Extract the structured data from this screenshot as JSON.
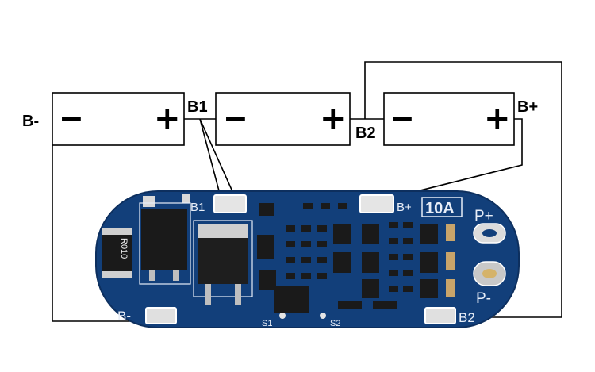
{
  "cells": [
    {
      "minus": "−",
      "plus": "+"
    },
    {
      "minus": "−",
      "plus": "+"
    },
    {
      "minus": "−",
      "plus": "+"
    }
  ],
  "wire_labels": {
    "b_minus": "B-",
    "b1": "B1",
    "b2": "B2",
    "b_plus": "B+"
  },
  "board": {
    "pad_b1": "B1",
    "pad_b_plus": "B+",
    "current": "10A",
    "p_plus": "P+",
    "p_minus": "P-",
    "pad_b_minus": "B-",
    "pad_b2": "B2",
    "s1": "S1",
    "s2": "S2",
    "resistor": "R010"
  },
  "colors": {
    "pcb": "#123f7a",
    "pcb_edge": "#0d2f5e",
    "silkscreen": "#e8eef8",
    "pad": "#d9d9d9",
    "wire": "#000000"
  }
}
